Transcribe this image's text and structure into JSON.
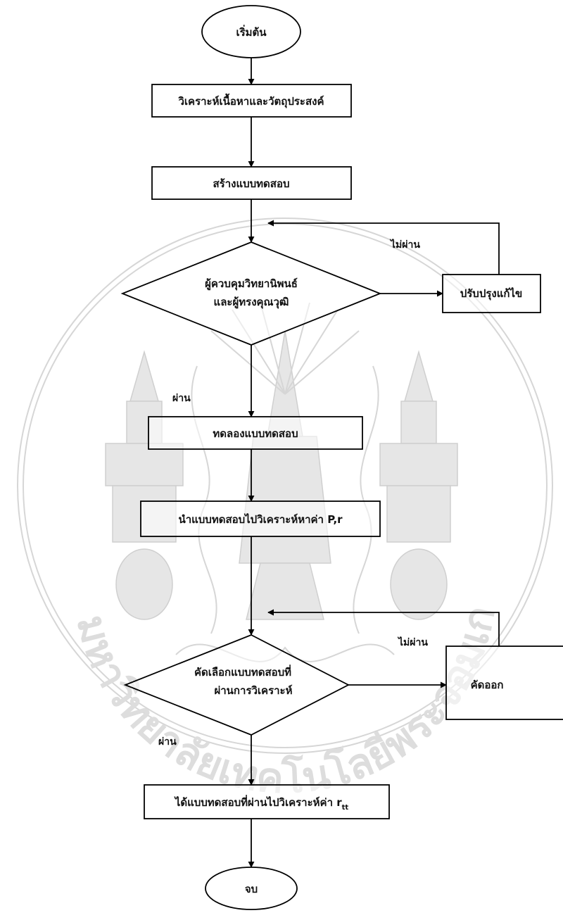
{
  "nodes": {
    "start": "เริ่มต้น",
    "analyze": "วิเคราะห์เนื้อหาและวัตถุประสงค์",
    "create": "สร้างแบบทดสอบ",
    "review_line1": "ผู้ควบคุมวิทยานิพนธ์",
    "review_line2": "และผู้ทรงคุณวุฒิ",
    "revise": "ปรับปรุงแก้ไข",
    "trial": "ทดลองแบบทดสอบ",
    "analyze_pr": "นำแบบทดสอบไปวิเคราะห์หาค่า P,r",
    "select_line1": "คัดเลือกแบบทดสอบที่",
    "select_line2": "ผ่านการวิเคราะห์",
    "discard": "คัดออก",
    "result": "ได้แบบทดสอบที่ผ่านไปวิเคราะห์ค่า r",
    "result_sub": "tt",
    "end": "จบ"
  },
  "edges": {
    "fail_1": "ไม่ผ่าน",
    "pass_1": "ผ่าน",
    "fail_2": "ไม่ผ่าน",
    "pass_2": "ผ่าน"
  },
  "watermark": {
    "text": "มหาวิทยาลัยเทคโนโลยีพระจอมเกล้าพระนครเหนือ"
  }
}
